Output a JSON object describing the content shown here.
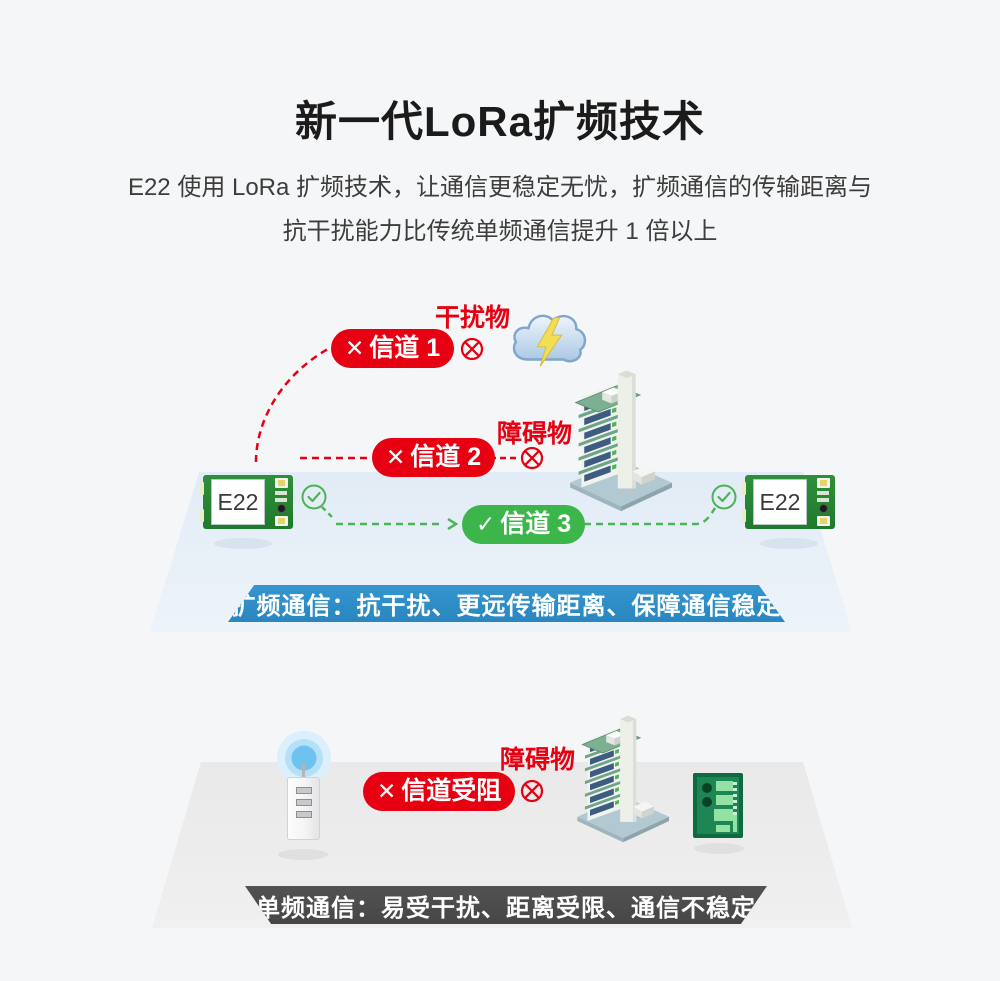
{
  "header": {
    "title": "新一代LoRa扩频技术",
    "subtitle_line1": "E22 使用 LoRa 扩频技术，让通信更稳定无忧，扩频通信的传输距离与",
    "subtitle_line2": "抗干扰能力比传统单频通信提升 1 倍以上"
  },
  "colors": {
    "red": "#e60012",
    "green": "#3cb54a",
    "green_dash": "#4db357",
    "ribbon_blue": "#2e8fc8",
    "ribbon_dark": "#4a4a4a",
    "page_bg": "#f5f6f7",
    "floor_blue": "#e8f0f8",
    "floor_gray": "#ededee"
  },
  "scene_spread": {
    "interference_label": "干扰物",
    "obstacle_label": "障碍物",
    "module_left_label": "E22",
    "module_right_label": "E22",
    "channel1": {
      "mark": "✕",
      "label": "信道 1"
    },
    "channel2": {
      "mark": "✕",
      "label": "信道 2"
    },
    "channel3": {
      "mark": "✓",
      "label": "信道 3"
    },
    "caption": "扩频通信：抗干扰、更远传输距离、保障通信稳定"
  },
  "scene_single": {
    "obstacle_label": "障碍物",
    "blocked": {
      "mark": "✕",
      "label": "信道受阻"
    },
    "caption": "单频通信：易受干扰、距离受限、通信不稳定"
  }
}
